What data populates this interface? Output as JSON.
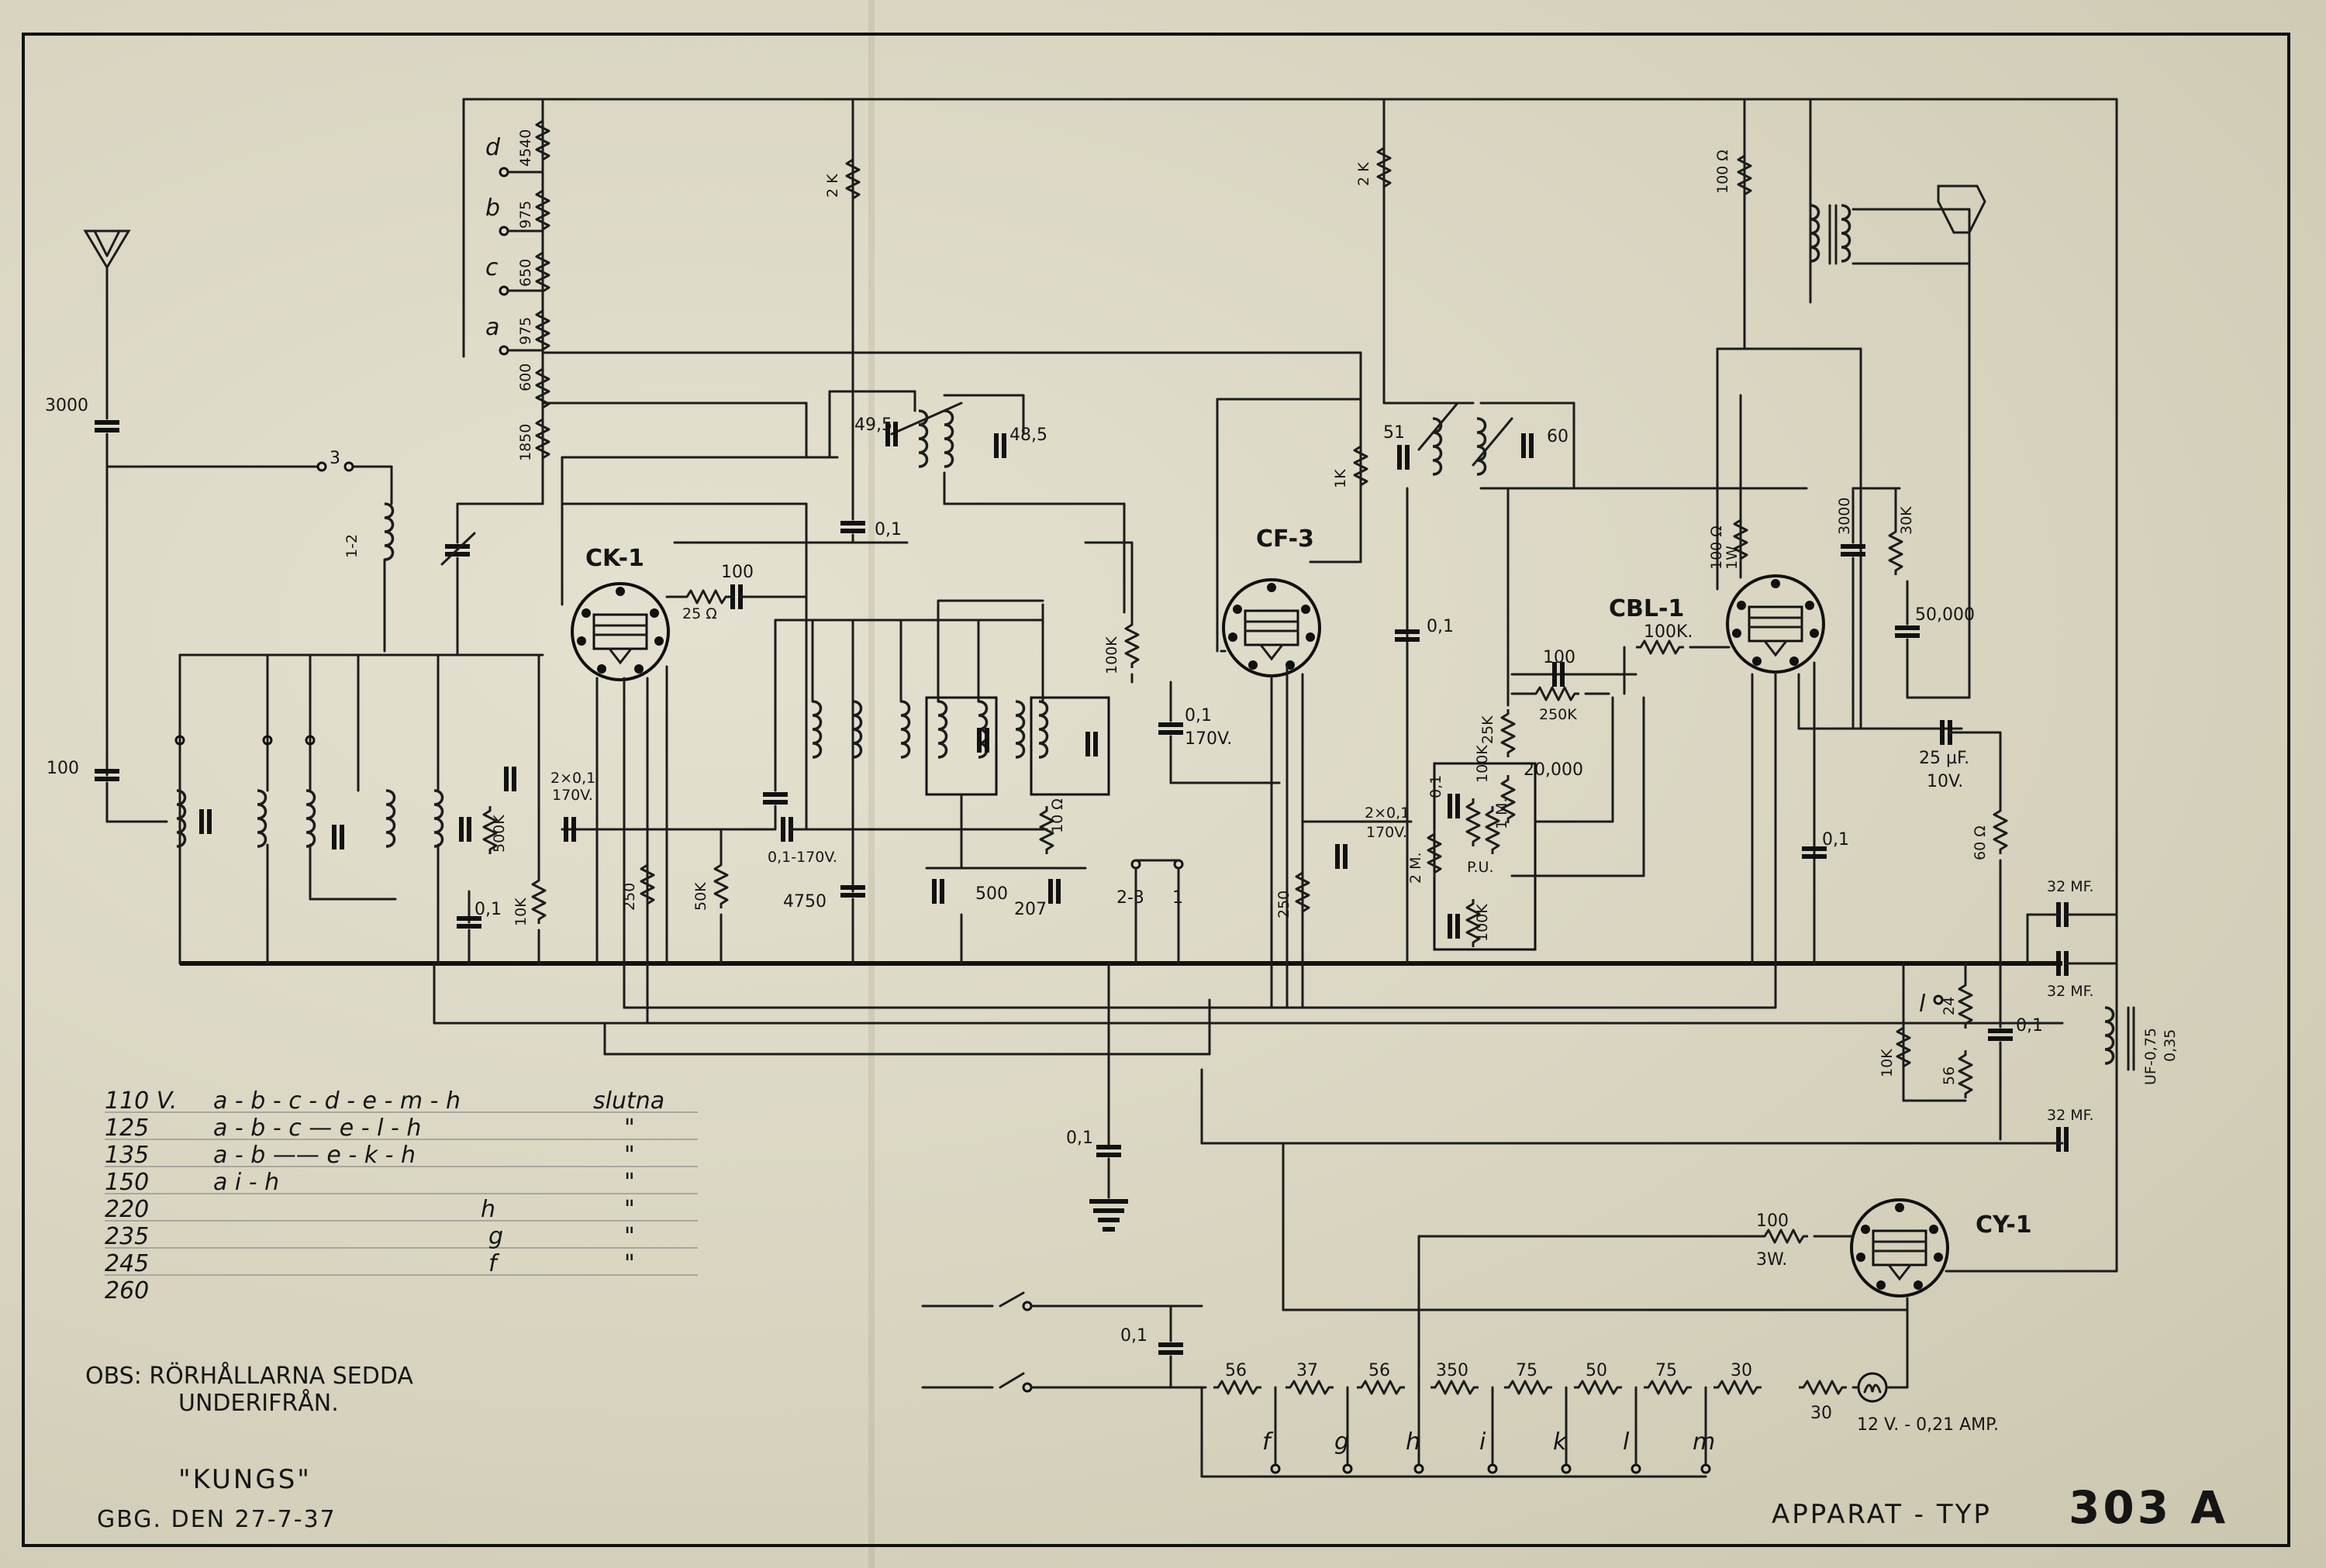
{
  "drawing": {
    "model_label": "APPARAT - TYP",
    "model_number": "303 A",
    "maker": "\"KUNGS\"",
    "date_line": "GBG. DEN 27-7-37",
    "note_line1": "OBS: RÖRHÅLLARNA SEDDA",
    "note_line2": "UNDERIFRÅN."
  },
  "tubes": {
    "ck1": "CK-1",
    "cf3": "CF-3",
    "cbl1": "CBL-1",
    "cy1": "CY-1"
  },
  "voltage_table": {
    "rows": [
      {
        "voltage": "110 V.",
        "switches": "a - b - c - d - e - m - h",
        "status": "slutna"
      },
      {
        "voltage": "125",
        "switches": "a - b - c  —  e - l - h",
        "status": "\""
      },
      {
        "voltage": "135",
        "switches": "a - b  ——  e - k - h",
        "status": "\""
      },
      {
        "voltage": "150",
        "switches": "a                 i - h",
        "status": "\""
      },
      {
        "voltage": "220",
        "switches": "h",
        "status": "\""
      },
      {
        "voltage": "235",
        "switches": "g",
        "status": "\""
      },
      {
        "voltage": "245",
        "switches": "f",
        "status": "\""
      },
      {
        "voltage": "260",
        "switches": "",
        "status": ""
      }
    ]
  },
  "component_labels": {
    "ant_cap": "3000",
    "ant_cap2": "100",
    "r4540": "4540",
    "r975a": "975",
    "r650": "650",
    "r975b": "975",
    "r600": "600",
    "r1850": "1850",
    "r2k_a": "2 K",
    "r2k_b": "2 K",
    "r100ohm_top": "100 Ω",
    "c49": "49,5",
    "c48": "48,5",
    "c01_a": "0,1",
    "c100_a": "100",
    "r25": "25 Ω",
    "r100k_a": "100K",
    "c01_170": "0,1",
    "v170": "170V.",
    "c2x01": "2×0,1",
    "v170b": "170V.",
    "r250": "250",
    "r50k": "50K",
    "c01_170v": "0,1-170V.",
    "c4750": "4750",
    "c500": "500",
    "c207": "207",
    "r10ohm": "10 Ω",
    "sw23": "2-3",
    "sw1": "1",
    "r10k": "10K",
    "c01_b": "0,1",
    "r500k": "500K",
    "r1k": "1K",
    "c51": "51",
    "c60": "60",
    "c01_c": "0,1",
    "c100_b": "100",
    "r250k": "250K",
    "r25k": "25K",
    "r20000": "20,000",
    "r2m": "2 M.",
    "r100k_b": "100K",
    "r100k_c": "100K",
    "r1m": "1 M.",
    "pu": "P.U.",
    "c2x01b": "2×0,1",
    "v170c": "170V.",
    "r250b": "250",
    "r100k_d": "100K.",
    "r100ohm_1w": "100 Ω",
    "w1": "1W",
    "c3000": "3000",
    "r30k": "30K",
    "r50000": "50,000",
    "c25uf": "25 µF.",
    "v10": "10V.",
    "c01_d": "0,1",
    "r60": "60 Ω",
    "c32a": "32 MF.",
    "c32b": "32 MF.",
    "c32c": "32 MF.",
    "r10k_b": "10K",
    "r24": "24",
    "r56": "56",
    "c01_e": "0,1",
    "choke": "UF-0,75",
    "choke2": "0,35",
    "c01_gnd": "0,1",
    "r100_3w": "100",
    "w3": "3W.",
    "c01_mains": "0,1",
    "lamp": "12 V. - 0,21 AMP.",
    "series_res": [
      "56",
      "37",
      "56",
      "350",
      "75",
      "50",
      "75",
      "30"
    ],
    "r30_lamp": "30",
    "taps": [
      "f",
      "g",
      "h",
      "i",
      "k",
      "l",
      "m"
    ],
    "div_taps": [
      "d",
      "b",
      "c",
      "a"
    ],
    "sw3": "3",
    "sw12": "1-2"
  }
}
